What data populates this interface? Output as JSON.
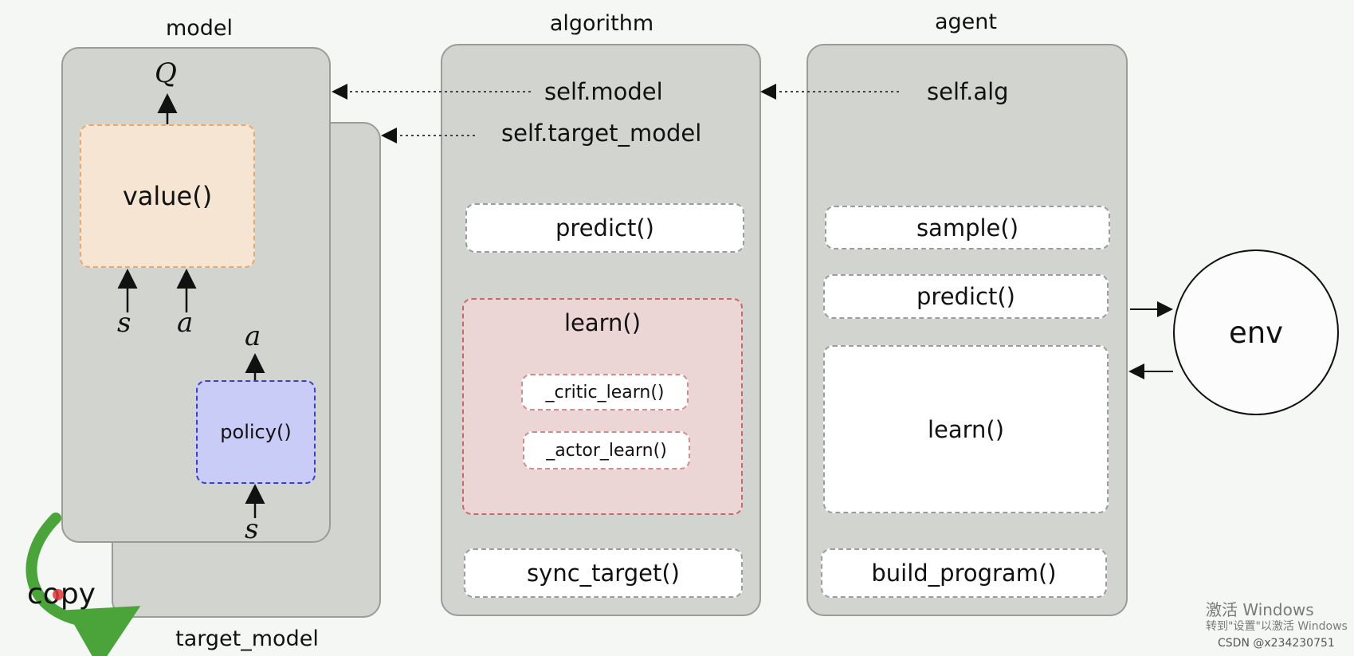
{
  "model": {
    "title": "model",
    "back_title": "target_model",
    "q_symbol": "Q",
    "value_label": "value()",
    "value_inputs": [
      "s",
      "a"
    ],
    "policy_label": "policy()",
    "policy_output": "a",
    "policy_input": "s",
    "copy_label": "copy"
  },
  "algorithm": {
    "title": "algorithm",
    "self_model": "self.model",
    "self_target_model": "self.target_model",
    "predict": "predict()",
    "learn": "learn()",
    "critic_learn": "_critic_learn()",
    "actor_learn": "_actor_learn()",
    "sync_target": "sync_target()"
  },
  "agent": {
    "title": "agent",
    "self_alg": "self.alg",
    "sample": "sample()",
    "predict": "predict()",
    "learn": "learn()",
    "build_program": "build_program()"
  },
  "env": {
    "label": "env"
  },
  "watermark": {
    "line1": "激活 Windows",
    "line2": "转到\"设置\"以激活 Windows",
    "credit": "CSDN @x234230751"
  },
  "colors": {
    "panel": "#d2d4d0",
    "value_fill": "#f6e5d2",
    "value_border": "#e8a872",
    "policy_fill": "#c9ccf6",
    "policy_border": "#3a3ed8",
    "learn_fill": "#ecd5d5",
    "learn_border": "#c46a6a",
    "copy_arrow": "#4aa43a"
  }
}
